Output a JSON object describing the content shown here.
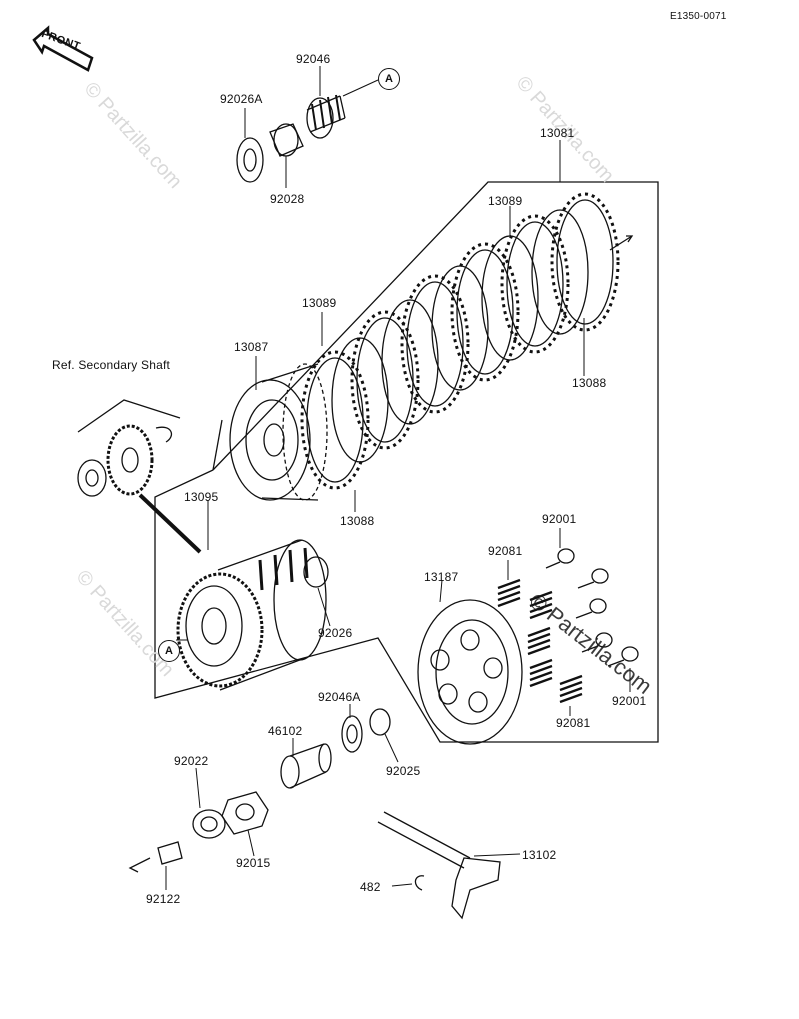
{
  "diagram_code": "E1350-0071",
  "front_label": "FRONT",
  "reference_label": "Ref. Secondary Shaft",
  "callout_letter": "A",
  "watermark_text": "© Partzilla.com",
  "parts": {
    "p92046": "92046",
    "p92026a": "92026A",
    "p92028": "92028",
    "p13081": "13081",
    "p13089_top": "13089",
    "p13089_mid": "13089",
    "p13087": "13087",
    "p13088_right": "13088",
    "p13088_left": "13088",
    "p13095": "13095",
    "p92026": "92026",
    "p92001_top": "92001",
    "p92081_top": "92081",
    "p13187": "13187",
    "p92001_bottom": "92001",
    "p92081_bottom": "92081",
    "p92046a": "92046A",
    "p46102": "46102",
    "p92025": "92025",
    "p92022": "92022",
    "p92015": "92015",
    "p13102": "13102",
    "p482": "482",
    "p92122": "92122"
  },
  "colors": {
    "ink": "#111111",
    "watermark": "#d9d9d9"
  }
}
